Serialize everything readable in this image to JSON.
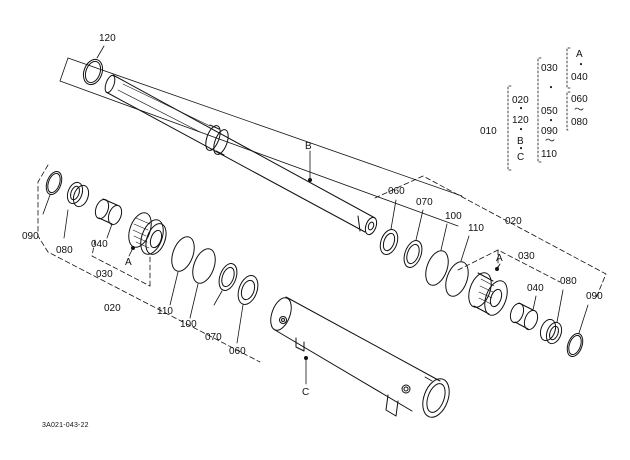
{
  "drawing_code": "3A021-043-22",
  "callouts": {
    "c120_top": "120",
    "rod": "B",
    "tube": "C",
    "c060_r": "060",
    "c070_r": "070",
    "c100_r": "100",
    "c110_r": "110",
    "c020_r": "020",
    "c030_r": "030",
    "cA_r": "A",
    "c040_r": "040",
    "c080_r": "080",
    "c090_r": "090",
    "c090_l": "090",
    "c080_l": "080",
    "c040_l": "040",
    "cA_l": "A",
    "c030_l": "030",
    "c020_l": "020",
    "c110_l": "110",
    "c100_l": "100",
    "c070_l": "070",
    "c060_l": "060"
  },
  "tree": {
    "n010": "010",
    "n020": "020",
    "n120": "120",
    "nB": "B",
    "nC": "C",
    "n030": "030",
    "n050": "050",
    "n090": "090",
    "n110": "110",
    "nA": "A",
    "n040": "040",
    "n060": "060",
    "n080": "080",
    "dot": "・",
    "tilde": "〜"
  }
}
